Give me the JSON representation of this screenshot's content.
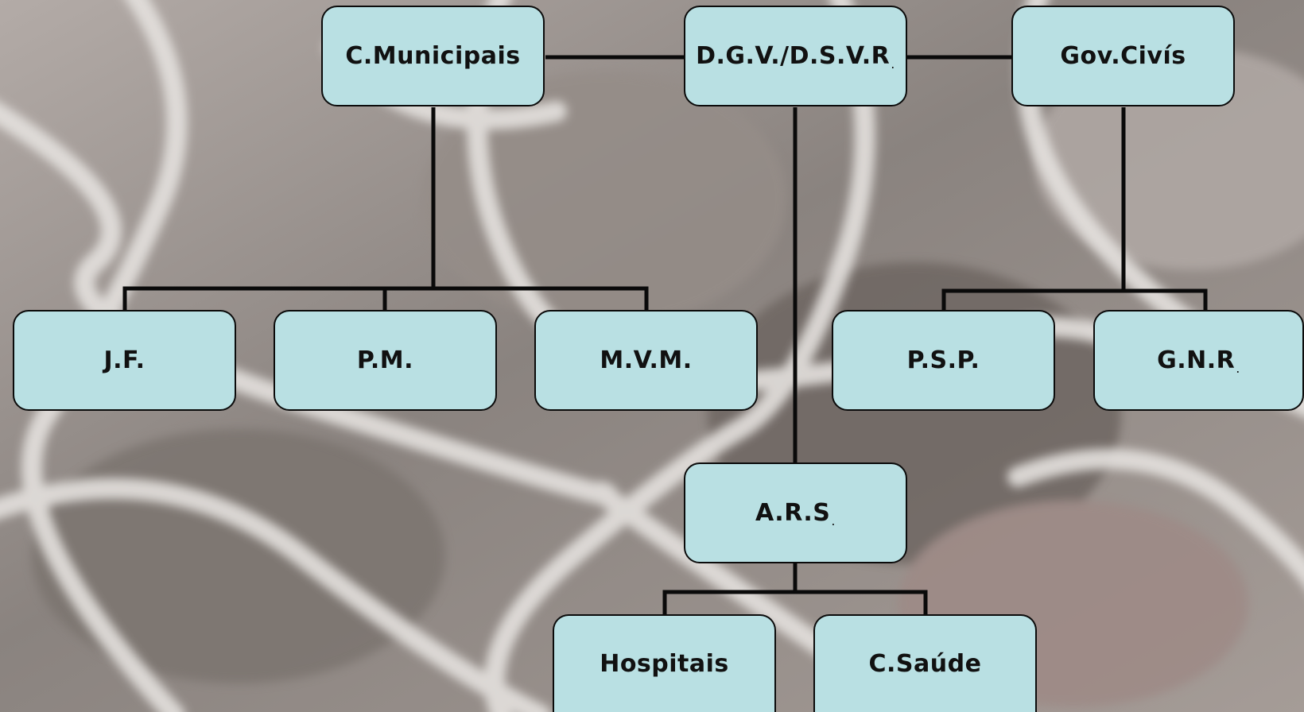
{
  "diagram": {
    "nodes": {
      "dgv": {
        "label": "D.G.V./D.S.V.R",
        "suffix": "."
      },
      "cmunicipais": {
        "label": "C.Municipais"
      },
      "govcivis": {
        "label": "Gov.Civís"
      },
      "jf": {
        "label": "J.F."
      },
      "pm": {
        "label": "P.M."
      },
      "mvm": {
        "label": "M.V.M."
      },
      "psp": {
        "label": "P.S.P."
      },
      "gnr": {
        "label": "G.N.R",
        "suffix": "."
      },
      "ars": {
        "label": "A.R.S",
        "suffix": "."
      },
      "hospitais": {
        "label": "Hospitais"
      },
      "csaude": {
        "label": "C.Saúde"
      }
    },
    "edges": [
      [
        "cmunicipais",
        "dgv"
      ],
      [
        "dgv",
        "govcivis"
      ],
      [
        "cmunicipais",
        "jf"
      ],
      [
        "cmunicipais",
        "pm"
      ],
      [
        "cmunicipais",
        "mvm"
      ],
      [
        "govcivis",
        "psp"
      ],
      [
        "govcivis",
        "gnr"
      ],
      [
        "dgv",
        "ars"
      ],
      [
        "ars",
        "hospitais"
      ],
      [
        "ars",
        "csaude"
      ]
    ],
    "colors": {
      "node_fill": "#b9e0e3",
      "node_border": "#0b0b0b",
      "connector": "#0a0a0a",
      "background": "#8f8883"
    }
  }
}
